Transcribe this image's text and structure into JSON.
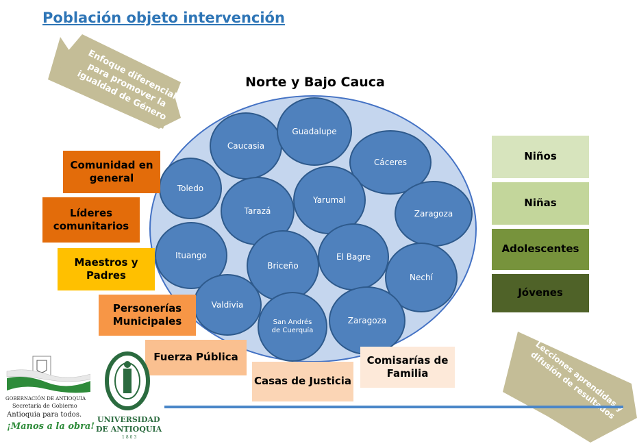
{
  "title": "Población objeto intervención",
  "region_title": "Norte y Bajo Cauca",
  "towns": [
    {
      "id": "caucasia",
      "label": "Caucasia"
    },
    {
      "id": "guadalupe",
      "label": "Guadalupe"
    },
    {
      "id": "caceres",
      "label": "Cáceres"
    },
    {
      "id": "toledo",
      "label": "Toledo"
    },
    {
      "id": "taraza",
      "label": "Tarazá"
    },
    {
      "id": "yarumal",
      "label": "Yarumal"
    },
    {
      "id": "zaragoza-1",
      "label": "Zaragoza"
    },
    {
      "id": "ituango",
      "label": "Ituango"
    },
    {
      "id": "briceno",
      "label": "Briceño"
    },
    {
      "id": "el-bagre",
      "label": "El Bagre"
    },
    {
      "id": "nechi",
      "label": "Nechí"
    },
    {
      "id": "valdivia",
      "label": "Valdivia"
    },
    {
      "id": "san-andres",
      "label": "San Andrés de Cuerquía"
    },
    {
      "id": "zaragoza-2",
      "label": "Zaragoza"
    }
  ],
  "left_boxes": [
    {
      "label": "Comunidad en general",
      "color": "#e36c0a"
    },
    {
      "label": "Líderes comunitarios",
      "color": "#e36c0a"
    },
    {
      "label": "Maestros y Padres",
      "color": "#ffc000"
    },
    {
      "label": "Personerías Municipales",
      "color": "#f79646"
    },
    {
      "label": "Fuerza Pública",
      "color": "#fac090"
    },
    {
      "label": "Casas de Justicia",
      "color": "#fbd5b5"
    },
    {
      "label": "Comisarías de Familia",
      "color": "#fde9d9"
    }
  ],
  "right_boxes": [
    {
      "label": "Niños",
      "color": "#d7e4bd"
    },
    {
      "label": "Niñas",
      "color": "#c3d69b"
    },
    {
      "label": "Adolescentes",
      "color": "#77933c"
    },
    {
      "label": "Jóvenes",
      "color": "#4f6228"
    }
  ],
  "arrow_top": {
    "label": "Enfoque diferencial para promover la igualdad de Género",
    "color": "#c4bd97"
  },
  "arrow_bottom": {
    "label": "Lecciones aprendidas y difusión de resultados",
    "color": "#c4bd97"
  },
  "logo_gobernacion": {
    "line1": "GOBERNACIÓN DE ANTIOQUIA",
    "line2": "Secretaría de Gobierno",
    "line3": "Antioquia para todos.",
    "line4": "¡Manos a la obra!",
    "flag_colors": [
      "#ffffff",
      "#2e8b3a"
    ]
  },
  "logo_udea": {
    "line1": "UNIVERSIDAD",
    "line2": "DE ANTIOQUIA",
    "year": "1803",
    "color": "#2b6b3f"
  }
}
